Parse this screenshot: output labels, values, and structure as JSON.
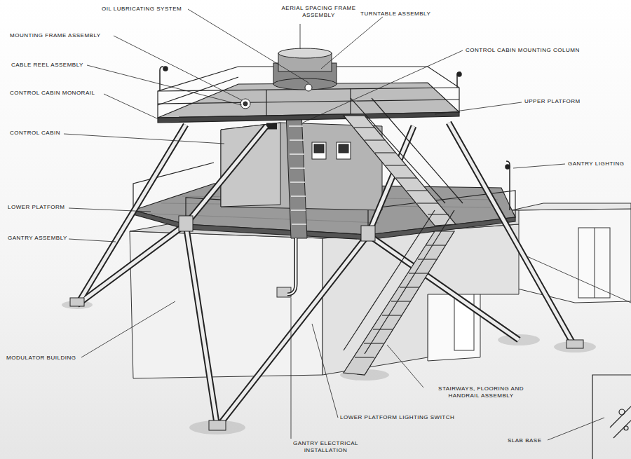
{
  "diagram": {
    "labels": [
      "OIL LUBRICATING SYSTEM",
      "AERIAL SPACING FRAME ASSEMBLY",
      "TURNTABLE ASSEMBLY",
      "MOUNTING FRAME ASSEMBLY",
      "CONTROL CABIN MOUNTING COLUMN",
      "CABLE REEL ASSEMBLY",
      "CONTROL CABIN MONORAIL",
      "UPPER PLATFORM",
      "CONTROL CABIN",
      "GANTRY LIGHTING",
      "LOWER PLATFORM",
      "GANTRY ASSEMBLY",
      "MODULATOR BUILDING",
      "STAIRWAYS, FLOORING AND HANDRAIL ASSEMBLY",
      "LOWER PLATFORM LIGHTING SWITCH",
      "GANTRY ELECTRICAL INSTALLATION",
      "SLAB BASE"
    ]
  }
}
